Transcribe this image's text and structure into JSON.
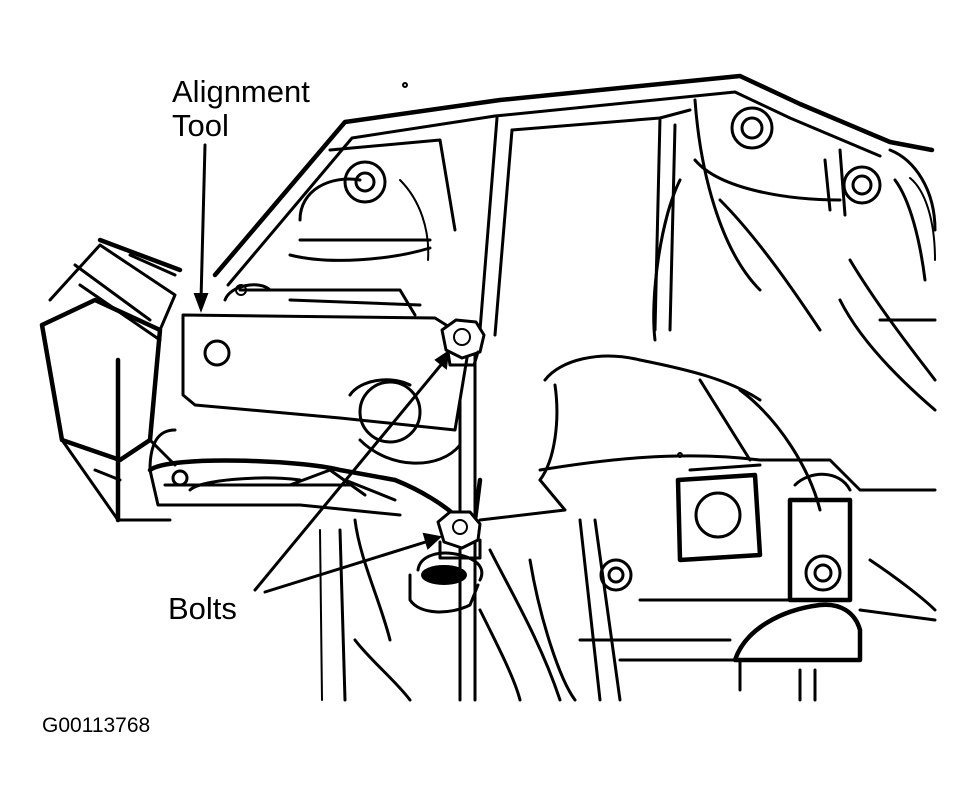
{
  "labels": {
    "alignment_tool": "Alignment\nTool",
    "bolts": "Bolts"
  },
  "figure_id": "G00113768",
  "icons": {
    "transaxle": "transaxle-housing-illustration",
    "sensor": "sensor-connector-illustration",
    "alignment_tool": "alignment-tool-plate-illustration",
    "bolts": "bolt-illustration"
  },
  "colors": {
    "ink": "#000000",
    "paper": "#ffffff"
  }
}
